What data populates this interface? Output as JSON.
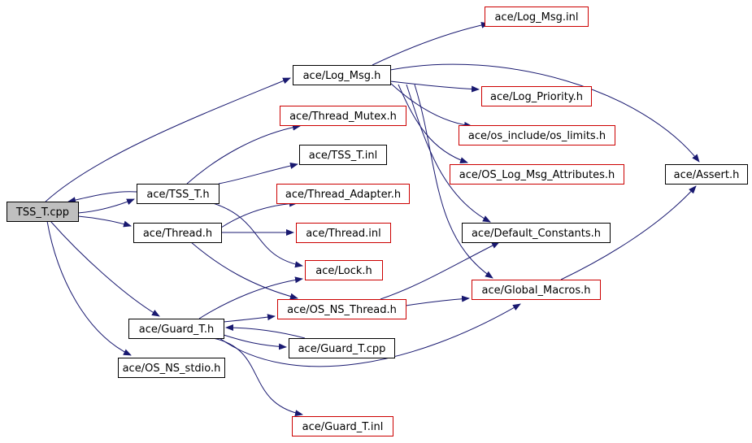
{
  "colors": {
    "edge": "#191970",
    "root_fill": "#bfbfbf",
    "node_fill": "#ffffff",
    "border_default": "#000000",
    "border_red": "#cc0000"
  },
  "nodes": [
    {
      "id": "tss_t_cpp",
      "label": "TSS_T.cpp",
      "style": "root"
    },
    {
      "id": "log_msg_inl",
      "label": "ace/Log_Msg.inl",
      "style": "red"
    },
    {
      "id": "log_msg_h",
      "label": "ace/Log_Msg.h",
      "style": "black"
    },
    {
      "id": "log_priority_h",
      "label": "ace/Log_Priority.h",
      "style": "red"
    },
    {
      "id": "thread_mutex_h",
      "label": "ace/Thread_Mutex.h",
      "style": "red"
    },
    {
      "id": "os_limits_h",
      "label": "ace/os_include/os_limits.h",
      "style": "red"
    },
    {
      "id": "tss_t_inl",
      "label": "ace/TSS_T.inl",
      "style": "black"
    },
    {
      "id": "os_log_msg_attr_h",
      "label": "ace/OS_Log_Msg_Attributes.h",
      "style": "red"
    },
    {
      "id": "assert_h",
      "label": "ace/Assert.h",
      "style": "black"
    },
    {
      "id": "tss_t_h",
      "label": "ace/TSS_T.h",
      "style": "black"
    },
    {
      "id": "thread_adapter_h",
      "label": "ace/Thread_Adapter.h",
      "style": "red"
    },
    {
      "id": "thread_h",
      "label": "ace/Thread.h",
      "style": "black"
    },
    {
      "id": "thread_inl",
      "label": "ace/Thread.inl",
      "style": "red"
    },
    {
      "id": "default_constants_h",
      "label": "ace/Default_Constants.h",
      "style": "black"
    },
    {
      "id": "lock_h",
      "label": "ace/Lock.h",
      "style": "red"
    },
    {
      "id": "global_macros_h",
      "label": "ace/Global_Macros.h",
      "style": "red"
    },
    {
      "id": "os_ns_thread_h",
      "label": "ace/OS_NS_Thread.h",
      "style": "red"
    },
    {
      "id": "guard_t_h",
      "label": "ace/Guard_T.h",
      "style": "black"
    },
    {
      "id": "guard_t_cpp",
      "label": "ace/Guard_T.cpp",
      "style": "black"
    },
    {
      "id": "os_ns_stdio_h",
      "label": "ace/OS_NS_stdio.h",
      "style": "black"
    },
    {
      "id": "guard_t_inl",
      "label": "ace/Guard_T.inl",
      "style": "red"
    }
  ],
  "edges": [
    {
      "from": "tss_t_cpp",
      "to": "log_msg_h"
    },
    {
      "from": "tss_t_cpp",
      "to": "tss_t_h"
    },
    {
      "from": "tss_t_cpp",
      "to": "thread_h"
    },
    {
      "from": "tss_t_cpp",
      "to": "guard_t_h"
    },
    {
      "from": "tss_t_cpp",
      "to": "os_ns_stdio_h"
    },
    {
      "from": "tss_t_h",
      "to": "tss_t_cpp"
    },
    {
      "from": "tss_t_h",
      "to": "thread_mutex_h"
    },
    {
      "from": "tss_t_h",
      "to": "tss_t_inl"
    },
    {
      "from": "tss_t_h",
      "to": "lock_h"
    },
    {
      "from": "log_msg_h",
      "to": "log_msg_inl"
    },
    {
      "from": "log_msg_h",
      "to": "log_priority_h"
    },
    {
      "from": "log_msg_h",
      "to": "os_limits_h"
    },
    {
      "from": "log_msg_h",
      "to": "os_log_msg_attr_h"
    },
    {
      "from": "log_msg_h",
      "to": "assert_h"
    },
    {
      "from": "log_msg_h",
      "to": "default_constants_h"
    },
    {
      "from": "log_msg_h",
      "to": "global_macros_h"
    },
    {
      "from": "thread_h",
      "to": "thread_adapter_h"
    },
    {
      "from": "thread_h",
      "to": "thread_inl"
    },
    {
      "from": "thread_h",
      "to": "os_ns_thread_h"
    },
    {
      "from": "guard_t_h",
      "to": "lock_h"
    },
    {
      "from": "guard_t_h",
      "to": "os_ns_thread_h"
    },
    {
      "from": "guard_t_h",
      "to": "guard_t_cpp"
    },
    {
      "from": "guard_t_h",
      "to": "global_macros_h"
    },
    {
      "from": "guard_t_h",
      "to": "guard_t_inl"
    },
    {
      "from": "guard_t_cpp",
      "to": "guard_t_h"
    },
    {
      "from": "os_ns_thread_h",
      "to": "default_constants_h"
    },
    {
      "from": "os_ns_thread_h",
      "to": "global_macros_h"
    },
    {
      "from": "global_macros_h",
      "to": "assert_h"
    }
  ]
}
